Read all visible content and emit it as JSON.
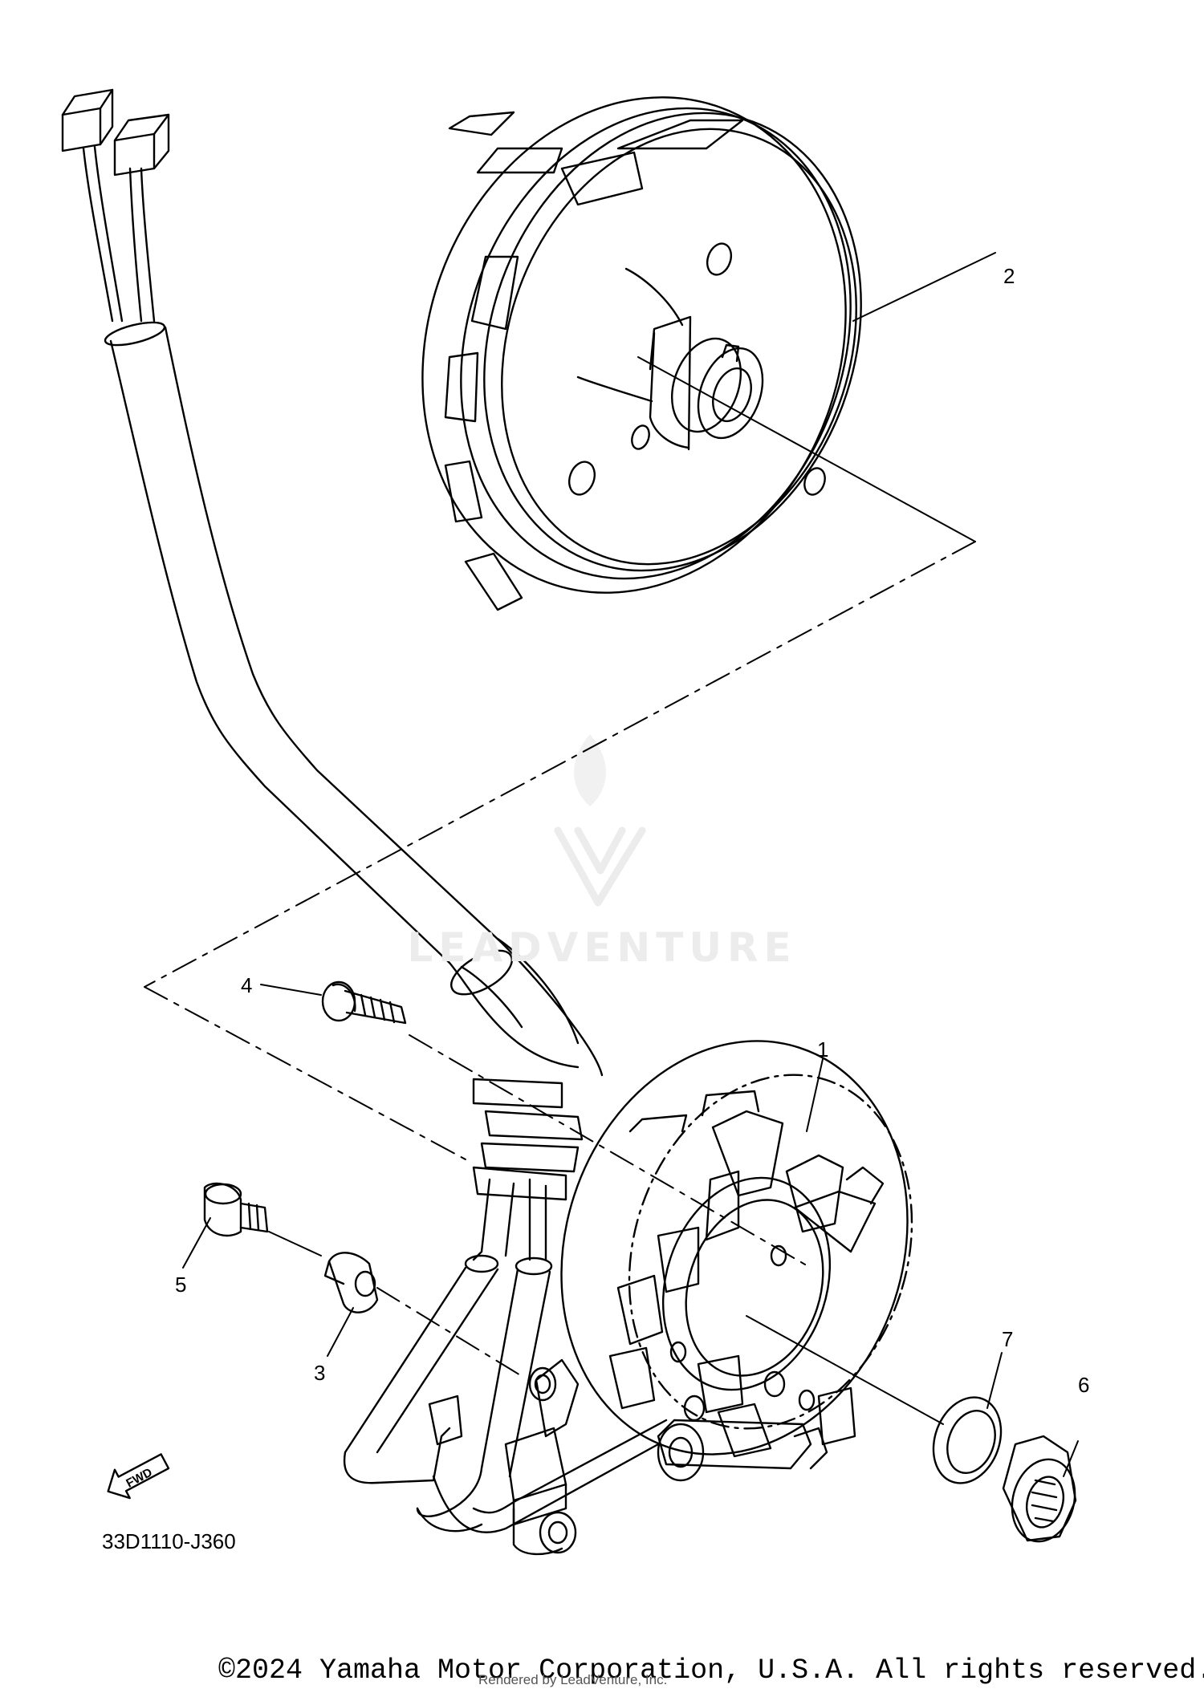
{
  "diagram": {
    "drawing_code": "33D1110-J360",
    "fwd_label": "FWD",
    "callouts": [
      {
        "id": "1",
        "label": "1"
      },
      {
        "id": "2",
        "label": "2"
      },
      {
        "id": "3",
        "label": "3"
      },
      {
        "id": "4",
        "label": "4"
      },
      {
        "id": "5",
        "label": "5"
      },
      {
        "id": "6",
        "label": "6"
      },
      {
        "id": "7",
        "label": "7"
      }
    ]
  },
  "footer": {
    "copyright": "©2024 Yamaha Motor Corporation, U.S.A. All rights reserved.",
    "rendered_by": "Rendered by LeadVenture, Inc."
  },
  "watermark": {
    "text": "LEADVENTURE"
  }
}
